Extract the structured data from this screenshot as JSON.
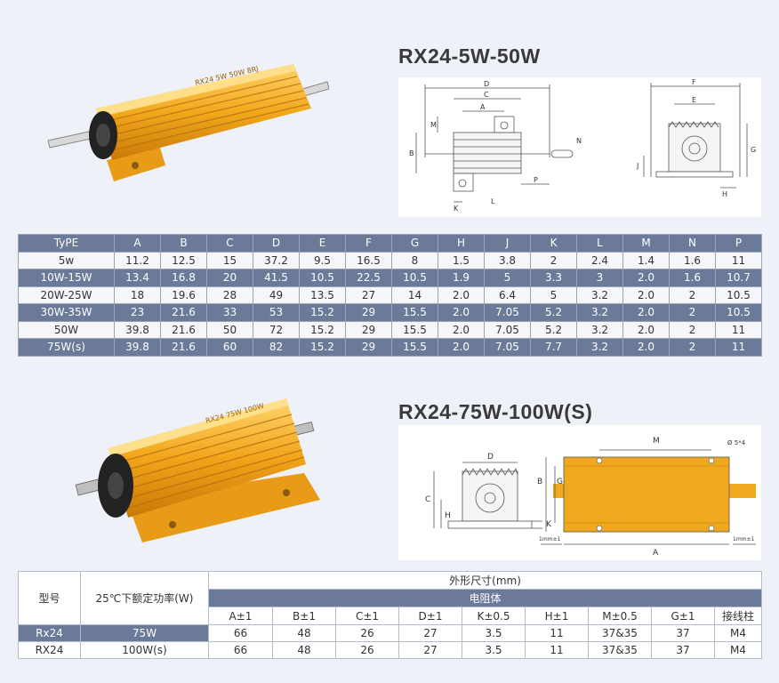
{
  "section1": {
    "title": "RX24-5W-50W",
    "product_label": "RX24 5W 50W 8RJ",
    "drawing_labels": {
      "D": "D",
      "C": "C",
      "A": "A",
      "M": "M",
      "B": "B",
      "N": "N",
      "L": "L",
      "K": "K",
      "P": "P",
      "F": "F",
      "E": "E",
      "G": "G",
      "J": "J",
      "H": "H"
    },
    "table": {
      "header": [
        "TyPE",
        "A",
        "B",
        "C",
        "D",
        "E",
        "F",
        "G",
        "H",
        "J",
        "K",
        "L",
        "M",
        "N",
        "P"
      ],
      "rows": [
        [
          "5w",
          "11.2",
          "12.5",
          "15",
          "37.2",
          "9.5",
          "16.5",
          "8",
          "1.5",
          "3.8",
          "2",
          "2.4",
          "1.4",
          "1.6",
          "11"
        ],
        [
          "10W-15W",
          "13.4",
          "16.8",
          "20",
          "41.5",
          "10.5",
          "22.5",
          "10.5",
          "1.9",
          "5",
          "3.3",
          "3",
          "2.0",
          "1.6",
          "10.7"
        ],
        [
          "20W-25W",
          "18",
          "19.6",
          "28",
          "49",
          "13.5",
          "27",
          "14",
          "2.0",
          "6.4",
          "5",
          "3.2",
          "2.0",
          "2",
          "10.5"
        ],
        [
          "30W-35W",
          "23",
          "21.6",
          "33",
          "53",
          "15.2",
          "29",
          "15.5",
          "2.0",
          "7.05",
          "5.2",
          "3.2",
          "2.0",
          "2",
          "10.5"
        ],
        [
          "50W",
          "39.8",
          "21.6",
          "50",
          "72",
          "15.2",
          "29",
          "15.5",
          "2.0",
          "7.05",
          "5.2",
          "3.2",
          "2.0",
          "2",
          "11"
        ],
        [
          "75W(s)",
          "39.8",
          "21.6",
          "60",
          "82",
          "15.2",
          "29",
          "15.5",
          "2.0",
          "7.05",
          "7.7",
          "3.2",
          "2.0",
          "2",
          "11"
        ]
      ]
    }
  },
  "section2": {
    "title": "RX24-75W-100W(S)",
    "product_label": "RX24 75W 100W",
    "drawing_labels": {
      "D": "D",
      "C": "C",
      "H": "H",
      "K": "K",
      "M": "M",
      "B": "B",
      "G": "G",
      "A": "A",
      "hole": "Ø 5*4",
      "left_scale": "1mm±1",
      "right_scale": "1mm±1"
    },
    "table": {
      "col_model": "型号",
      "col_power": "25℃下额定功率(W)",
      "dim_header": "外形尺寸(mm)",
      "body_header": "电阻体",
      "sub_headers": [
        "A±1",
        "B±1",
        "C±1",
        "D±1",
        "K±0.5",
        "H±1",
        "M±0.5",
        "G±1",
        "接线柱"
      ],
      "rows": [
        [
          "Rx24",
          "75W",
          "66",
          "48",
          "26",
          "27",
          "3.5",
          "11",
          "37&35",
          "37",
          "M4"
        ],
        [
          "RX24",
          "100W(s)",
          "66",
          "48",
          "26",
          "27",
          "3.5",
          "11",
          "37&35",
          "37",
          "M4"
        ]
      ]
    }
  },
  "colors": {
    "accent": "#6b7a98",
    "gold": "#f0a91e",
    "background": "#eef2f8"
  }
}
